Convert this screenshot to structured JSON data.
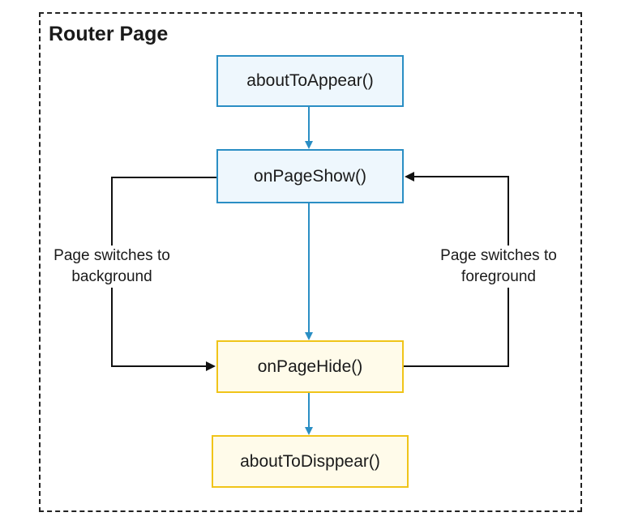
{
  "title": "Router Page",
  "nodes": {
    "about_to_appear": "aboutToAppear()",
    "on_page_show": "onPageShow()",
    "on_page_hide": "onPageHide()",
    "about_to_disappear": "aboutToDisppear()"
  },
  "edge_labels": {
    "to_background": [
      "Page switches to",
      "background"
    ],
    "to_foreground": [
      "Page switches to",
      "foreground"
    ]
  },
  "colors": {
    "blue_border": "#2a8ec4",
    "blue_fill": "#eef7fd",
    "yellow_border": "#f0c419",
    "yellow_fill": "#fffbea",
    "black_line": "#111111"
  }
}
